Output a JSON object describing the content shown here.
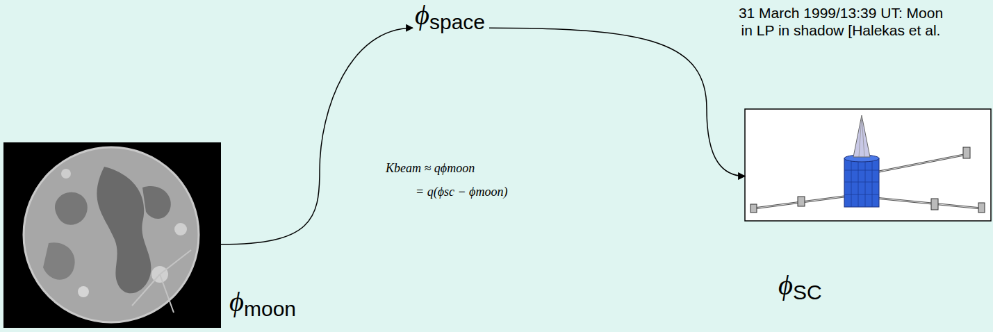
{
  "diagram": {
    "nodes": [
      {
        "text": [
          "ϕmoon"
        ]
      },
      {
        "text": [
          "ϕspace"
        ]
      },
      {
        "text": [
          "ϕSC"
        ]
      }
    ],
    "edges": [
      {
        "from": 0,
        "to": 1,
        "arrow": "to"
      },
      {
        "from": 1,
        "to": 2,
        "arrow": "to"
      }
    ],
    "labels": [
      "Kbeam ≈ qϕmoon",
      "= q(ϕsc − ϕmoon)",
      "31 March 1999/13:39 UT: Moon in LP in shadow [Halekas et al."
    ]
  }
}
